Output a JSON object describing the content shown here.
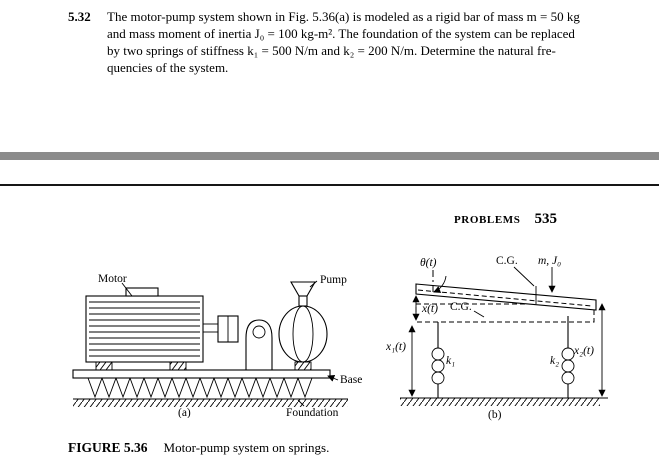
{
  "problem": {
    "number": "5.32",
    "lines": [
      "The motor-pump system shown in Fig. 5.36(a) is modeled as a rigid bar of mass m = 50 kg",
      "and mass moment of inertia J₀ = 100 kg-m². The foundation of the system can be replaced",
      "by two springs of stiffness k₁ = 500 N/m and k₂ = 200 N/m. Determine the natural fre-",
      "quencies of the system."
    ]
  },
  "running_head": {
    "label": "PROBLEMS",
    "page_number": "535"
  },
  "figure": {
    "caption_label": "FIGURE 5.36",
    "caption_text": "Motor-pump system on springs.",
    "diagram_a": {
      "motor": "Motor",
      "pump": "Pump",
      "base": "Base",
      "foundation": "Foundation",
      "sublabel": "(a)"
    },
    "diagram_b": {
      "theta": "θ(t)",
      "cg_top": "C.G.",
      "inertia": "m, J₀",
      "cg_mid": "C.G.",
      "x": "x(t)",
      "x1": "x₁(t)",
      "x2": "x₂(t)",
      "k1": "k₁",
      "k2": "k₂",
      "sublabel": "(b)"
    }
  }
}
